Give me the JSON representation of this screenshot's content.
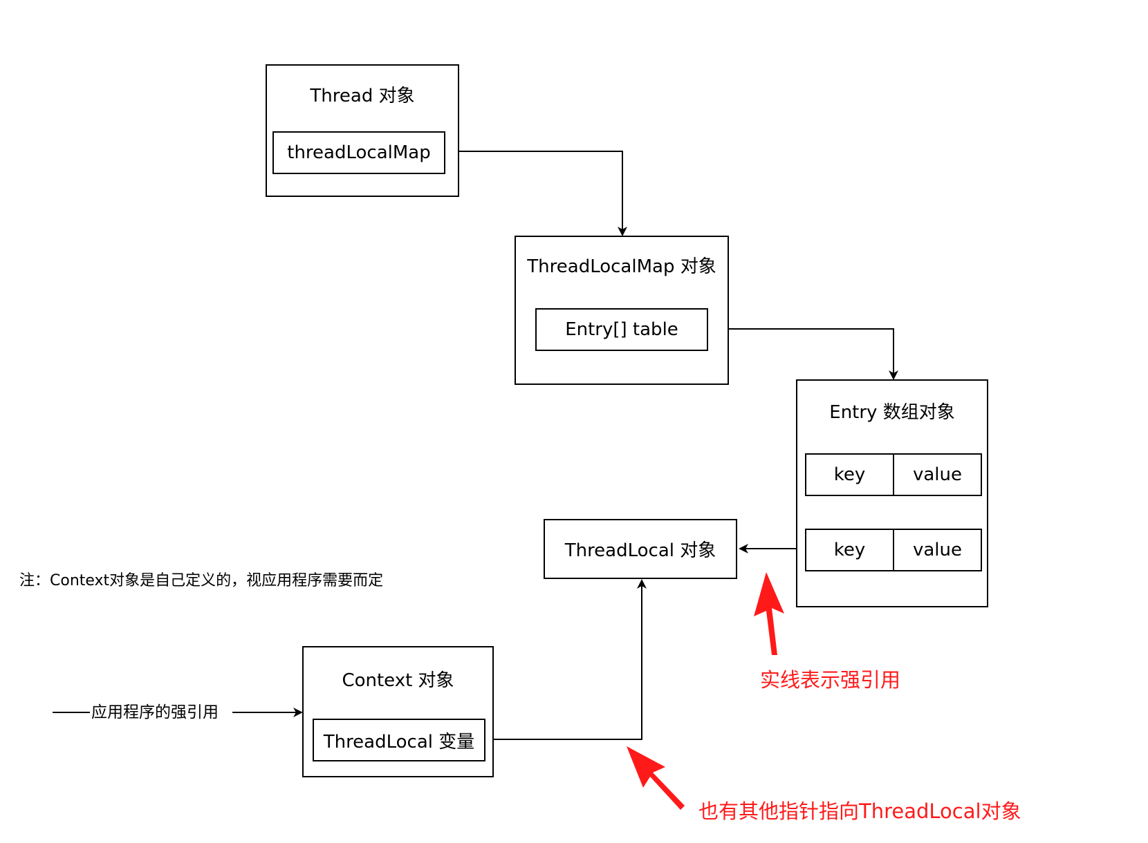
{
  "thread_box": {
    "title": "Thread 对象",
    "field": "threadLocalMap"
  },
  "threadlocalmap_box": {
    "title": "ThreadLocalMap 对象",
    "field": "Entry[] table"
  },
  "entry_array_box": {
    "title": "Entry 数组对象",
    "entries": [
      {
        "key": "key",
        "value": "value"
      },
      {
        "key": "key",
        "value": "value"
      }
    ]
  },
  "threadlocal_box": {
    "title": "ThreadLocal 对象"
  },
  "context_box": {
    "title": "Context 对象",
    "field": "ThreadLocal 变量"
  },
  "note": "注：Context对象是自己定义的，视应用程序需要而定",
  "app_ref_label": "应用程序的强引用",
  "annotations": {
    "solid_line_meaning": "实线表示强引用",
    "other_pointers": "也有其他指针指向ThreadLocal对象"
  },
  "colors": {
    "annotation": "#ff1a1a",
    "line": "#000000"
  }
}
